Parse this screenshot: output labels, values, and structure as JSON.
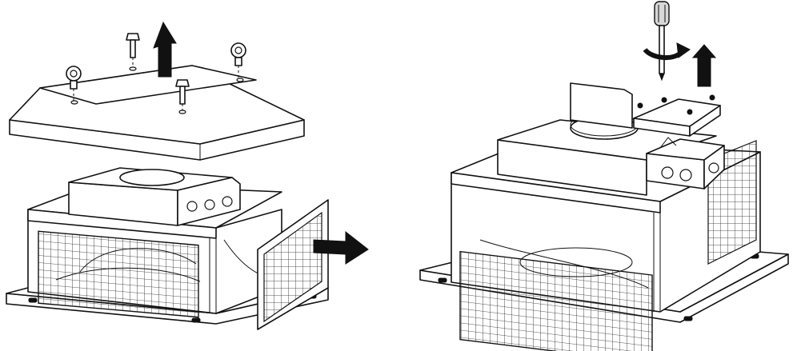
{
  "figure": {
    "panels": [
      {
        "id": "left",
        "step": "remove-hood-and-side-grille"
      },
      {
        "id": "right",
        "step": "unscrew-terminal-box-cover"
      }
    ],
    "colors": {
      "line": "#111111",
      "fill": "#ffffff",
      "shade": "#d7d7d7",
      "arrow": "#111111"
    },
    "icons": [
      "arrow-up-icon",
      "arrow-right-icon",
      "screwdriver-icon",
      "rotate-arrow-icon",
      "eye-bolt-icon",
      "bolt-icon"
    ]
  }
}
